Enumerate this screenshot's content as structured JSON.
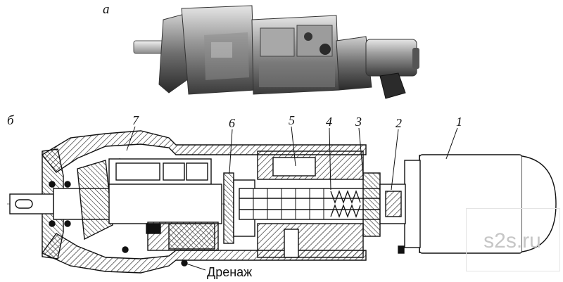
{
  "panel_labels": {
    "a": "а",
    "b": "б"
  },
  "callouts": [
    "7",
    "6",
    "5",
    "4",
    "3",
    "2",
    "1"
  ],
  "drain_label": "Дренаж",
  "watermark": "s2s.ru"
}
